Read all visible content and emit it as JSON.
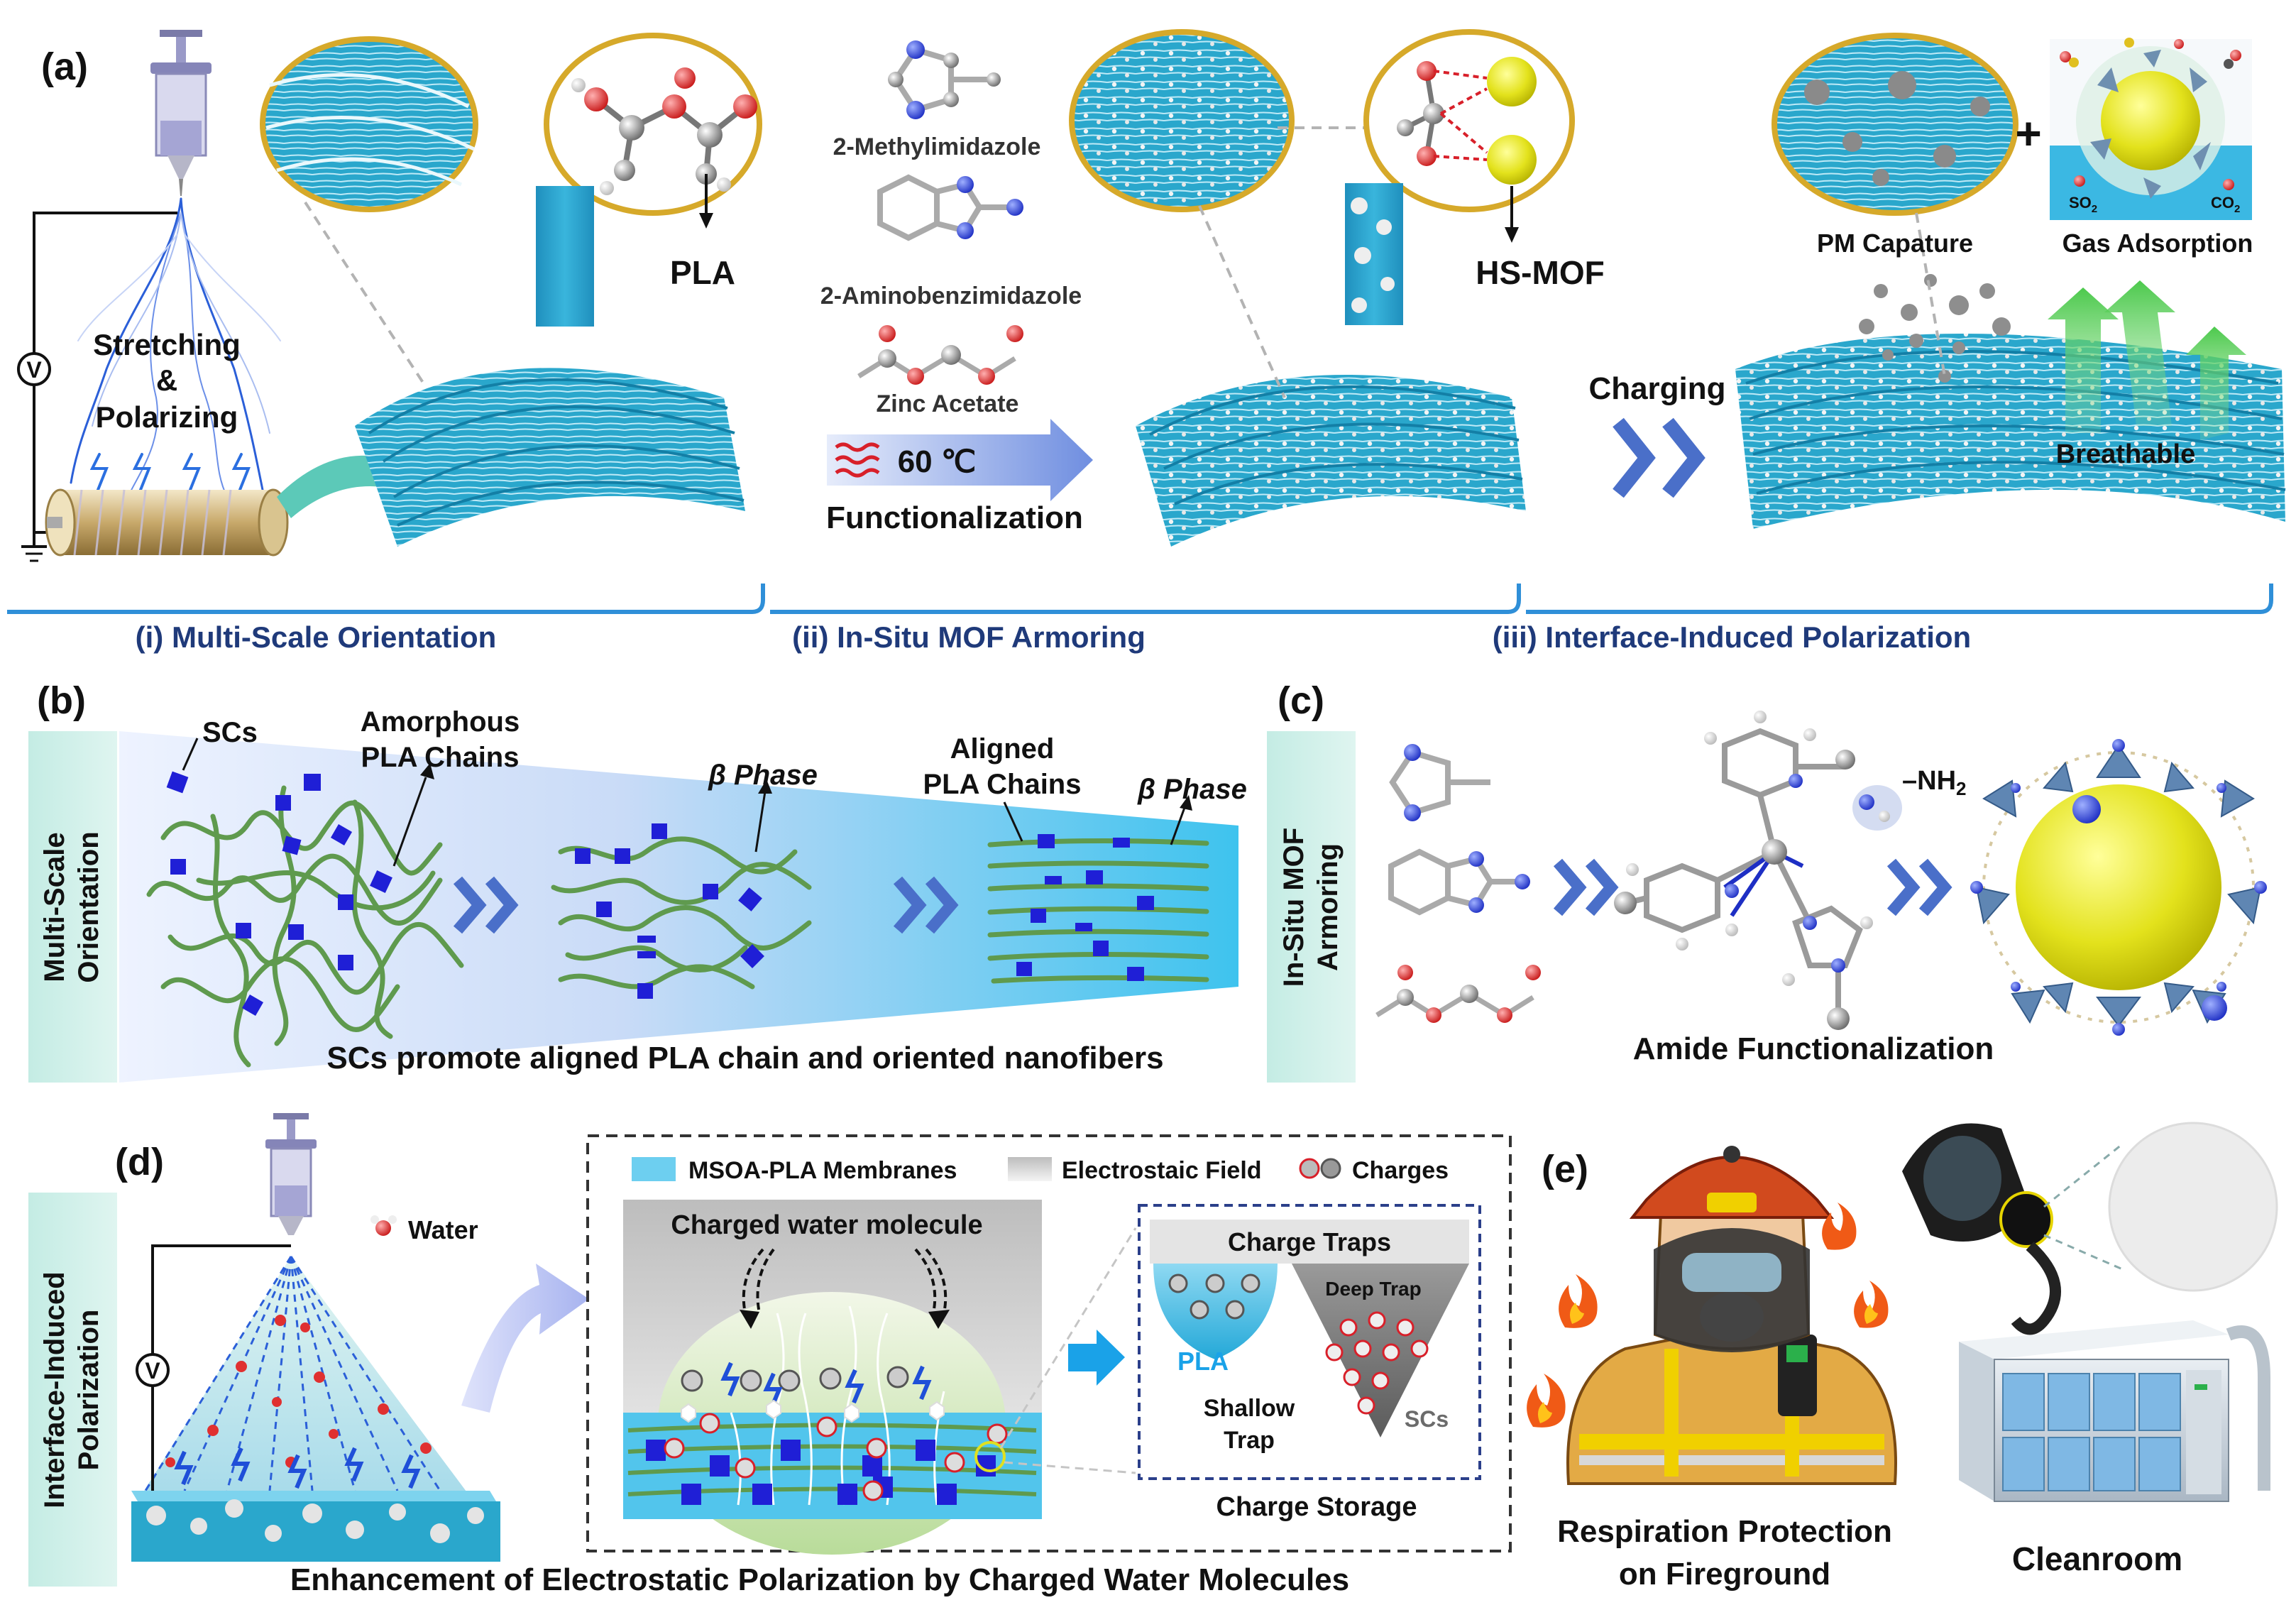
{
  "colors": {
    "fiber": "#2aa7cc",
    "fiber_dark": "#1a7ea0",
    "navy": "#1f3a7a",
    "chain": "#5f9a4e",
    "sc": "#1f1fd6",
    "gold": "#d6a92a",
    "mof": "#e0e020",
    "arrow": "#4a6fc9",
    "charge_red": "#d8202a"
  },
  "panel_a": {
    "label": "(a)",
    "stretch_lines": [
      "Stretching",
      "&",
      "Polarizing"
    ],
    "pla": "PLA",
    "ligand1": "2-Methylimidazole",
    "ligand2": "2-Aminobenzimidazole",
    "ligand3": "Zinc Acetate",
    "temperature": "60 ℃",
    "functionalization": "Functionalization",
    "hs_mof": "HS-MOF",
    "charging": "Charging",
    "pm_capture": "PM Capature",
    "gas_adsorption": "Gas Adsorption",
    "plus": "+",
    "so2": "SO",
    "co2": "CO",
    "sub2": "2",
    "breathable": "Breathable",
    "voltmeter": "V",
    "stage1": "(i) Multi-Scale Orientation",
    "stage2": "(ii) In-Situ MOF Armoring",
    "stage3": "(iii) Interface-Induced Polarization"
  },
  "panel_b": {
    "label": "(b)",
    "side_lines": [
      "Multi-Scale",
      "Orientation"
    ],
    "scs": "SCs",
    "amorphous_lines": [
      "Amorphous",
      "PLA Chains"
    ],
    "beta1": "β Phase",
    "aligned_lines": [
      "Aligned",
      "PLA Chains"
    ],
    "beta2": "β Phase",
    "caption": "SCs promote aligned PLA chain and oriented nanofibers"
  },
  "panel_c": {
    "label": "(c)",
    "side_lines": [
      "In-Situ MOF",
      "Armoring"
    ],
    "nh2": "–NH",
    "nh2_sub": "2",
    "caption": "Amide Functionalization"
  },
  "panel_d": {
    "label": "(d)",
    "side_lines": [
      "Interface-Induced",
      "Polarization"
    ],
    "water": "Water",
    "voltmeter": "V",
    "legend_membrane": "MSOA-PLA Membranes",
    "legend_field": "Electrostaic Field",
    "legend_charges": "Charges",
    "charged_water": "Charged water molecule",
    "charge_traps": "Charge Traps",
    "deep_trap": "Deep Trap",
    "pla": "PLA",
    "shallow_lines": [
      "Shallow",
      "Trap"
    ],
    "scs": "SCs",
    "charge_storage": "Charge Storage",
    "caption": "Enhancement of Electrostatic Polarization by Charged Water Molecules"
  },
  "panel_e": {
    "label": "(e)",
    "fire_lines": [
      "Respiration Protection",
      "on Fireground"
    ],
    "cleanroom": "Cleanroom"
  }
}
